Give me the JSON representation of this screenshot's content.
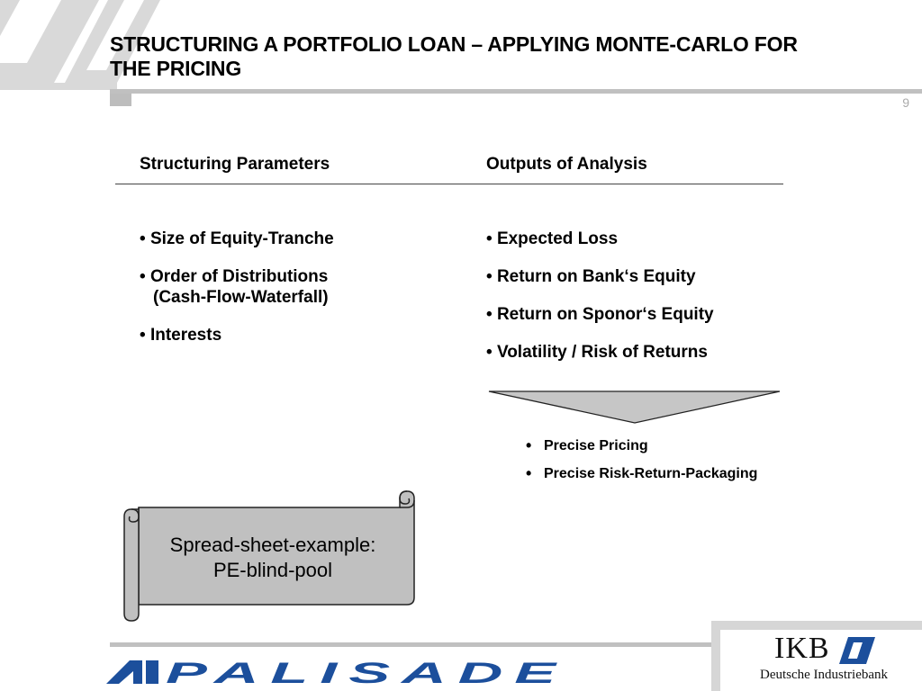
{
  "slide": {
    "title": "STRUCTURING A PORTFOLIO LOAN – APPLYING MONTE-CARLO FOR THE PRICING",
    "page_number": "9"
  },
  "columns": {
    "left_heading": "Structuring Parameters",
    "right_heading": "Outputs of Analysis",
    "left_items": [
      {
        "bullet": "•",
        "text": "Size of Equity-Tranche",
        "sub": ""
      },
      {
        "bullet": "•",
        "text": "Order of Distributions",
        "sub": "(Cash-Flow-Waterfall)"
      },
      {
        "bullet": "•",
        "text": "Interests",
        "sub": ""
      }
    ],
    "right_items": [
      {
        "bullet": "•",
        "text": "Expected Loss"
      },
      {
        "bullet": "•",
        "text": "Return on Bank‘s Equity"
      },
      {
        "bullet": "•",
        "text": "Return on Sponor‘s Equity"
      },
      {
        "bullet": "•",
        "text": "Volatility / Risk of Returns"
      }
    ]
  },
  "results": {
    "items": [
      "Precise Pricing",
      "Precise Risk-Return-Packaging"
    ]
  },
  "scroll_note": {
    "line1": "Spread-sheet-example:",
    "line2": "PE-blind-pool"
  },
  "footer": {
    "left_logo_text": "PALISADE",
    "right_logo_word": "IKB",
    "right_logo_sub": "Deutsche Industriebank"
  },
  "colors": {
    "rule_gray": "#c0c0c0",
    "funnel_fill": "#c6c6c6",
    "scroll_fill": "#c0c0c0",
    "palisade_blue": "#1c4f9c"
  }
}
